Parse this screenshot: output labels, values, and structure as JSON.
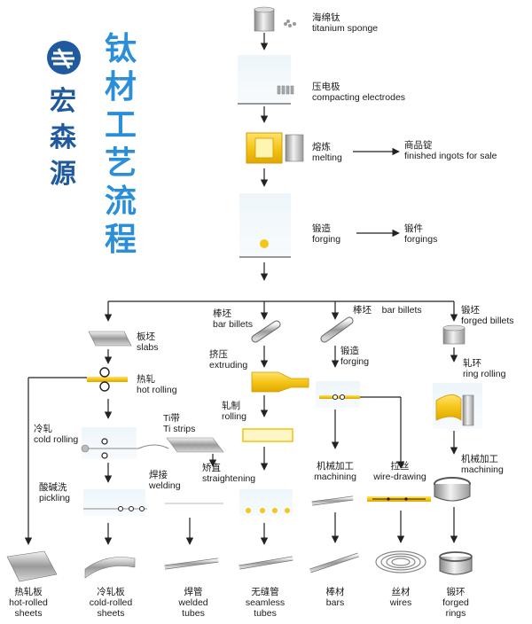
{
  "brand": {
    "name": "宏森源"
  },
  "title": "钛材工艺流程",
  "colors": {
    "accent_yellow": "#f5c518",
    "title_blue": "#2a8ed8",
    "brand_blue": "#1f5a9e"
  },
  "nodes": {
    "sponge": {
      "zh": "海绵钛",
      "en": "titanium sponge"
    },
    "compacting": {
      "zh": "压电极",
      "en": "compacting electrodes"
    },
    "melting": {
      "zh": "熔炼",
      "en": "melting"
    },
    "ingots": {
      "zh": "商品锭",
      "en": "finished ingots for sale"
    },
    "forging": {
      "zh": "锻造",
      "en": "forging"
    },
    "forgings": {
      "zh": "锻件",
      "en": "forgings"
    },
    "slabs": {
      "zh": "板坯",
      "en": "slabs"
    },
    "hot_rolling": {
      "zh": "热轧",
      "en": "hot rolling"
    },
    "cold_rolling": {
      "zh": "冷轧",
      "en": "cold rolling"
    },
    "ti_strips": {
      "zh": "Ti带",
      "en": "Ti strips"
    },
    "welding": {
      "zh": "焊接",
      "en": "welding"
    },
    "pickling": {
      "zh": "酸碱洗",
      "en": "pickling"
    },
    "bar_billets_1": {
      "zh": "棒坯",
      "en": "bar billets"
    },
    "extruding": {
      "zh": "挤压",
      "en": "extruding"
    },
    "rolling": {
      "zh": "轧制",
      "en": "rolling"
    },
    "straightening": {
      "zh": "矫直",
      "en": "straightening"
    },
    "bar_billets_2": {
      "zh": "棒坯",
      "en": "bar billets"
    },
    "forging_2": {
      "zh": "锻造",
      "en": "forging"
    },
    "machining_1": {
      "zh": "机械加工",
      "en": "machining"
    },
    "wire_drawing": {
      "zh": "拉丝",
      "en": "wire-drawing"
    },
    "forged_billets": {
      "zh": "锻坯",
      "en": "forged billets"
    },
    "ring_rolling": {
      "zh": "轧环",
      "en": "ring rolling"
    },
    "machining_2": {
      "zh": "机械加工",
      "en": "machining"
    }
  },
  "products": {
    "hot_rolled": {
      "zh": "热轧板",
      "en1": "hot-rolled",
      "en2": "sheets"
    },
    "cold_rolled": {
      "zh": "冷轧板",
      "en1": "cold-rolled",
      "en2": "sheets"
    },
    "welded": {
      "zh": "焊管",
      "en1": "welded",
      "en2": "tubes"
    },
    "seamless": {
      "zh": "无缝管",
      "en1": "seamless",
      "en2": "tubes"
    },
    "bars": {
      "zh": "棒材",
      "en1": "bars",
      "en2": ""
    },
    "wires": {
      "zh": "丝材",
      "en1": "wires",
      "en2": ""
    },
    "forged_rings": {
      "zh": "锻环",
      "en1": "forged",
      "en2": "rings"
    }
  }
}
